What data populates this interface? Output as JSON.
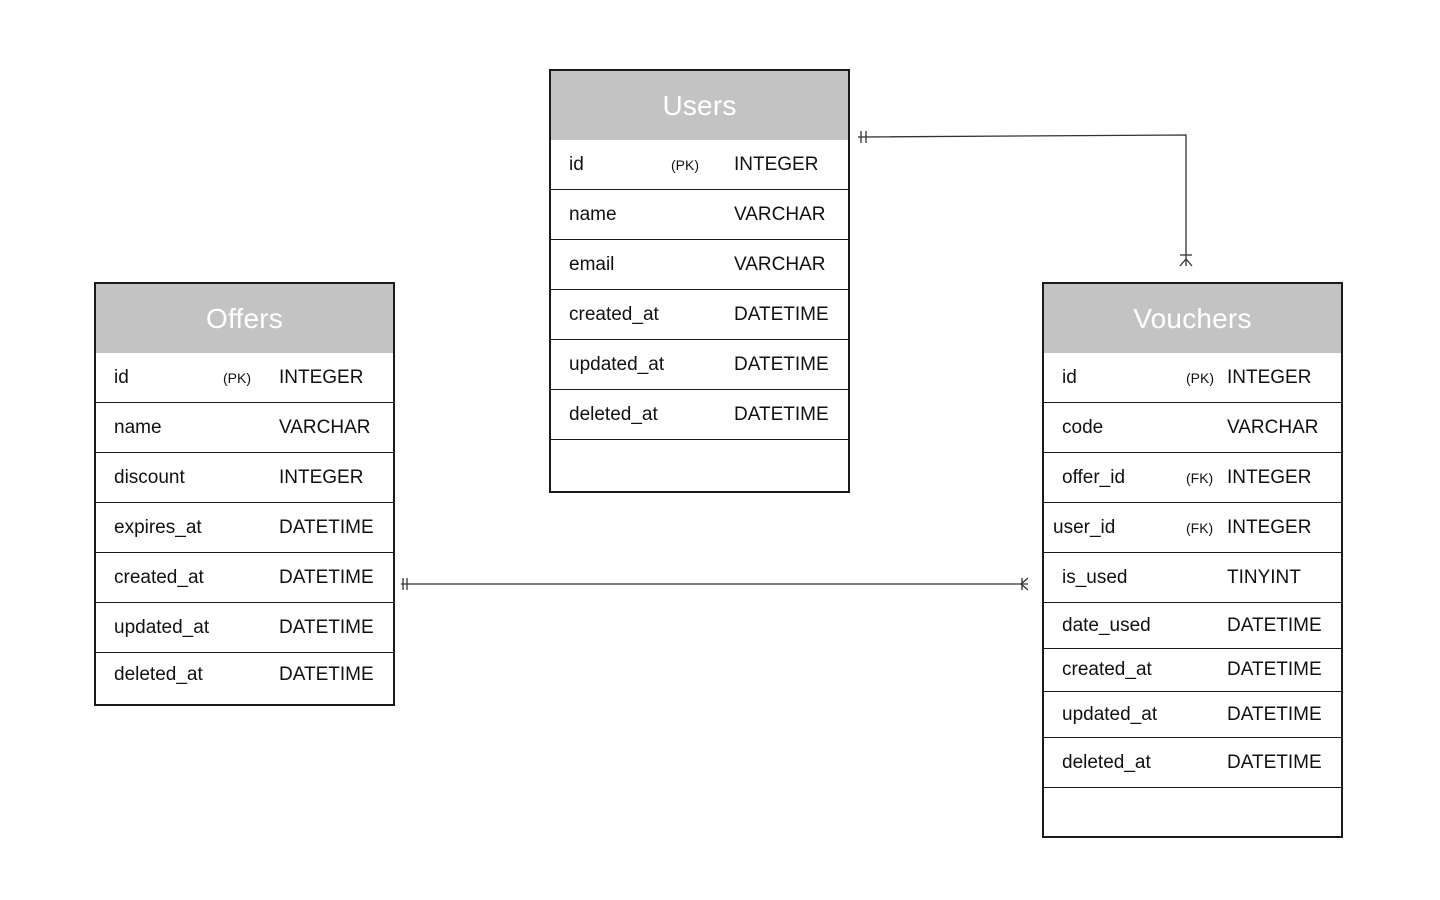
{
  "tables": {
    "users": {
      "title": "Users",
      "columns": [
        {
          "name": "id",
          "key": "(PK)",
          "type": "INTEGER"
        },
        {
          "name": "name",
          "key": "",
          "type": "VARCHAR"
        },
        {
          "name": "email",
          "key": "",
          "type": "VARCHAR"
        },
        {
          "name": "created_at",
          "key": "",
          "type": "DATETIME"
        },
        {
          "name": "updated_at",
          "key": "",
          "type": "DATETIME"
        },
        {
          "name": "deleted_at",
          "key": "",
          "type": "DATETIME"
        }
      ]
    },
    "offers": {
      "title": "Offers",
      "columns": [
        {
          "name": "id",
          "key": "(PK)",
          "type": "INTEGER"
        },
        {
          "name": "name",
          "key": "",
          "type": "VARCHAR"
        },
        {
          "name": "discount",
          "key": "",
          "type": "INTEGER"
        },
        {
          "name": "expires_at",
          "key": "",
          "type": "DATETIME"
        },
        {
          "name": "created_at",
          "key": "",
          "type": "DATETIME"
        },
        {
          "name": "updated_at",
          "key": "",
          "type": "DATETIME"
        },
        {
          "name": "deleted_at",
          "key": "",
          "type": "DATETIME"
        }
      ]
    },
    "vouchers": {
      "title": "Vouchers",
      "columns": [
        {
          "name": "id",
          "key": "(PK)",
          "type": "INTEGER"
        },
        {
          "name": "code",
          "key": "",
          "type": "VARCHAR"
        },
        {
          "name": "offer_id",
          "key": "(FK)",
          "type": "INTEGER"
        },
        {
          "name": "user_id",
          "key": "(FK)",
          "type": "INTEGER"
        },
        {
          "name": "is_used",
          "key": "",
          "type": "TINYINT"
        },
        {
          "name": "date_used",
          "key": "",
          "type": "DATETIME"
        },
        {
          "name": "created_at",
          "key": "",
          "type": "DATETIME"
        },
        {
          "name": "updated_at",
          "key": "",
          "type": "DATETIME"
        },
        {
          "name": "deleted_at",
          "key": "",
          "type": "DATETIME"
        }
      ]
    }
  },
  "relationships": [
    {
      "from": "Users",
      "to": "Vouchers",
      "from_cardinality": "one",
      "to_cardinality": "many"
    },
    {
      "from": "Offers",
      "to": "Vouchers",
      "from_cardinality": "one",
      "to_cardinality": "many"
    }
  ],
  "colors": {
    "header_fill": "#c3c3c3",
    "header_text": "#ffffff",
    "border": "#1a1a1a",
    "line": "#333333"
  }
}
